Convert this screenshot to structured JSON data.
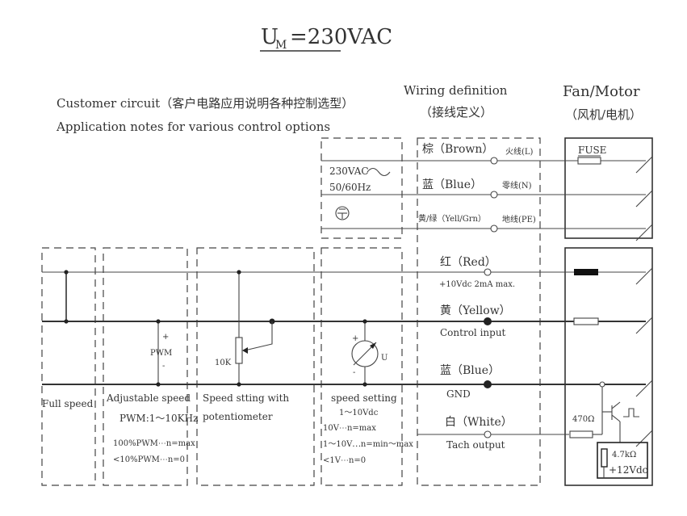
{
  "title": {
    "main": "U",
    "sub": "M",
    "rest": "=230VAC"
  },
  "customer": {
    "line1": "Customer circuit（客户电路应用说明各种控制选型）",
    "line2": "Application notes for various control options"
  },
  "wiring": {
    "head1": "Wiring definition",
    "head2": "（接线定义）"
  },
  "fan": {
    "head1": "Fan/Motor",
    "head2": "（风机/电机）"
  },
  "supply": {
    "label1": "230VAC",
    "label2": "50/60Hz"
  },
  "wires": {
    "brown": "棕（Brown）",
    "brown_role": "火线(L)",
    "blue_n": "蓝（Blue）",
    "blue_n_role": "零线(N)",
    "pe": "黄/绿（Yell/Grn）",
    "pe_role": "地线(PE)",
    "red": "红（Red）",
    "red_note": "+10Vdc 2mA max.",
    "yellow": "黄（Yellow）",
    "yellow_note": "Control input",
    "blue_gnd": "蓝（Blue）",
    "gnd": "GND",
    "white": "白（White）",
    "white_note": "Tach output"
  },
  "motor": {
    "fuse": "FUSE",
    "r470": "470Ω",
    "r47k": "4.7kΩ",
    "v12": "+12Vdc"
  },
  "options": {
    "full": "Full speed",
    "adj1": "Adjustable speed",
    "adj2": "PWM:1～10KHz",
    "adj3": "100%PWM⋯n=max",
    "adj4": "<10%PWM⋯n=0",
    "pwm": "PWM",
    "plus": "+",
    "minus": "-",
    "pot1": "Speed stting with",
    "pot2": "potentiometer",
    "pot_r": "10K",
    "vs1": "speed setting",
    "vs2": "1～10Vdc",
    "vs3": "10V⋯n=max",
    "vs4": "1～10V⋯n=min～max",
    "vs5": "<1V⋯n=0",
    "vs_u": "U"
  }
}
